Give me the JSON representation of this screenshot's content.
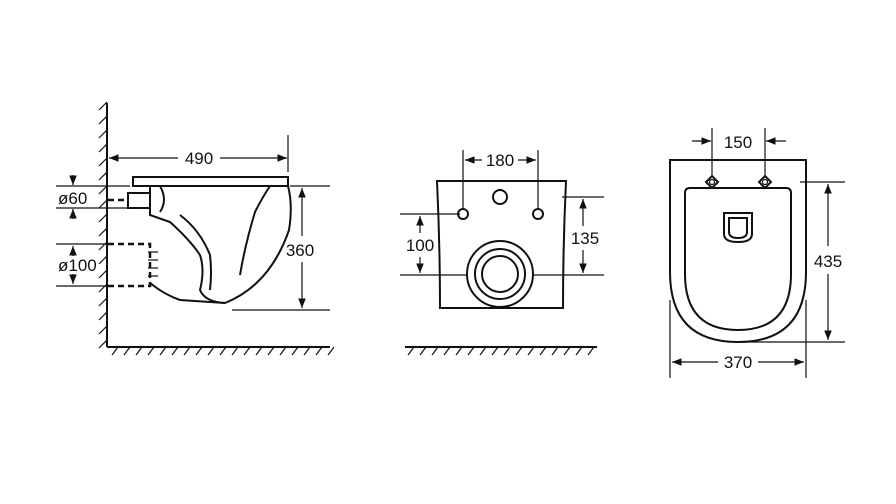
{
  "side_view": {
    "dim_width": "490",
    "dim_height": "360",
    "dim_inlet": "ø60",
    "dim_outlet": "ø100"
  },
  "rear_view": {
    "dim_hole_spacing": "180",
    "dim_hole_height_left": "100",
    "dim_hole_height_right": "135"
  },
  "top_view": {
    "dim_hole_spacing": "150",
    "dim_length": "435",
    "dim_width": "370"
  }
}
